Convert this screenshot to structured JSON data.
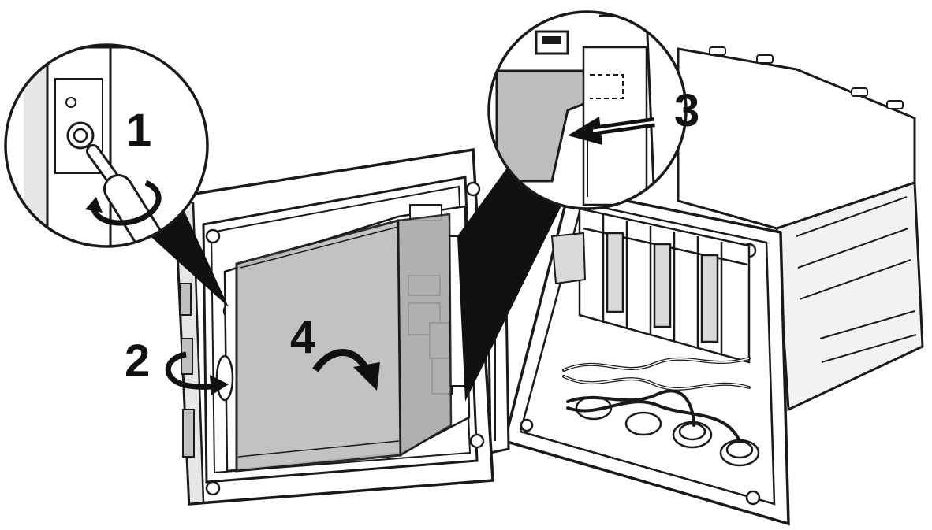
{
  "steps": [
    {
      "label": "1"
    },
    {
      "label": "2"
    },
    {
      "label": "3"
    },
    {
      "label": "4"
    }
  ],
  "colors": {
    "outline": "#1a1a1a",
    "housing": "#ffffff",
    "shadow": "#d9d9d9",
    "panel": "#bfbfbf",
    "panel_dark": "#9a9a9a",
    "arrow": "#111111"
  }
}
